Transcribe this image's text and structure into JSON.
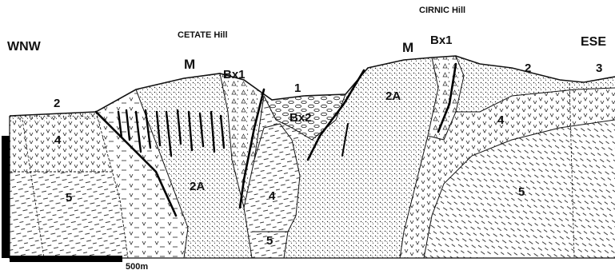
{
  "directions": {
    "west": "WNW",
    "east": "ESE"
  },
  "hills": {
    "cetate": "CETATE Hill",
    "cirnic": "CIRNIC Hill"
  },
  "unit_labels": {
    "m_left": "M",
    "m_right": "M",
    "bx1_left": "Bx1",
    "bx1_right": "Bx1",
    "bx2": "Bx2",
    "u1": "1",
    "u2_left": "2",
    "u2_right": "2",
    "u3": "3",
    "u2a_left": "2A",
    "u2a_right": "2A",
    "u4_left": "4",
    "u4_center": "4",
    "u4_right": "4",
    "u5_left": "5",
    "u5_center": "5",
    "u5_right": "5"
  },
  "scale_bar": {
    "label": "500m"
  }
}
